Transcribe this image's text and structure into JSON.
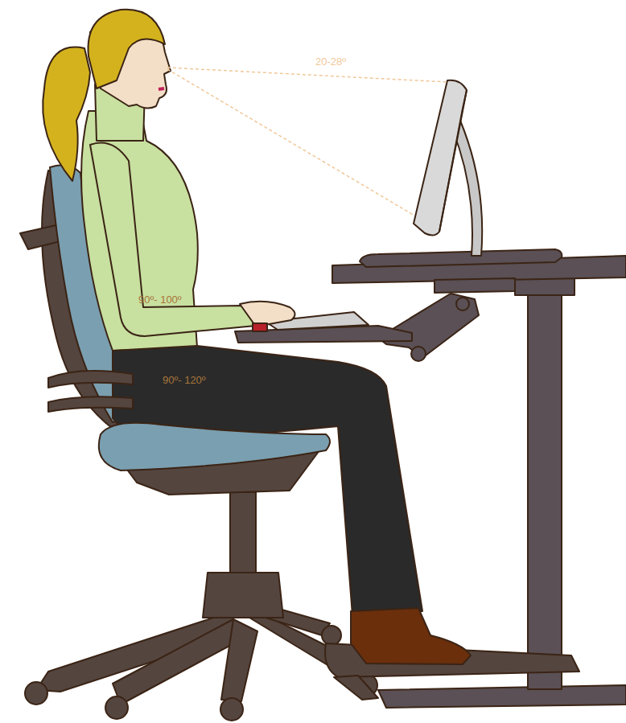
{
  "diagram": {
    "labels": [
      "20-28º",
      "90º- 100º",
      "90º- 120º"
    ]
  }
}
